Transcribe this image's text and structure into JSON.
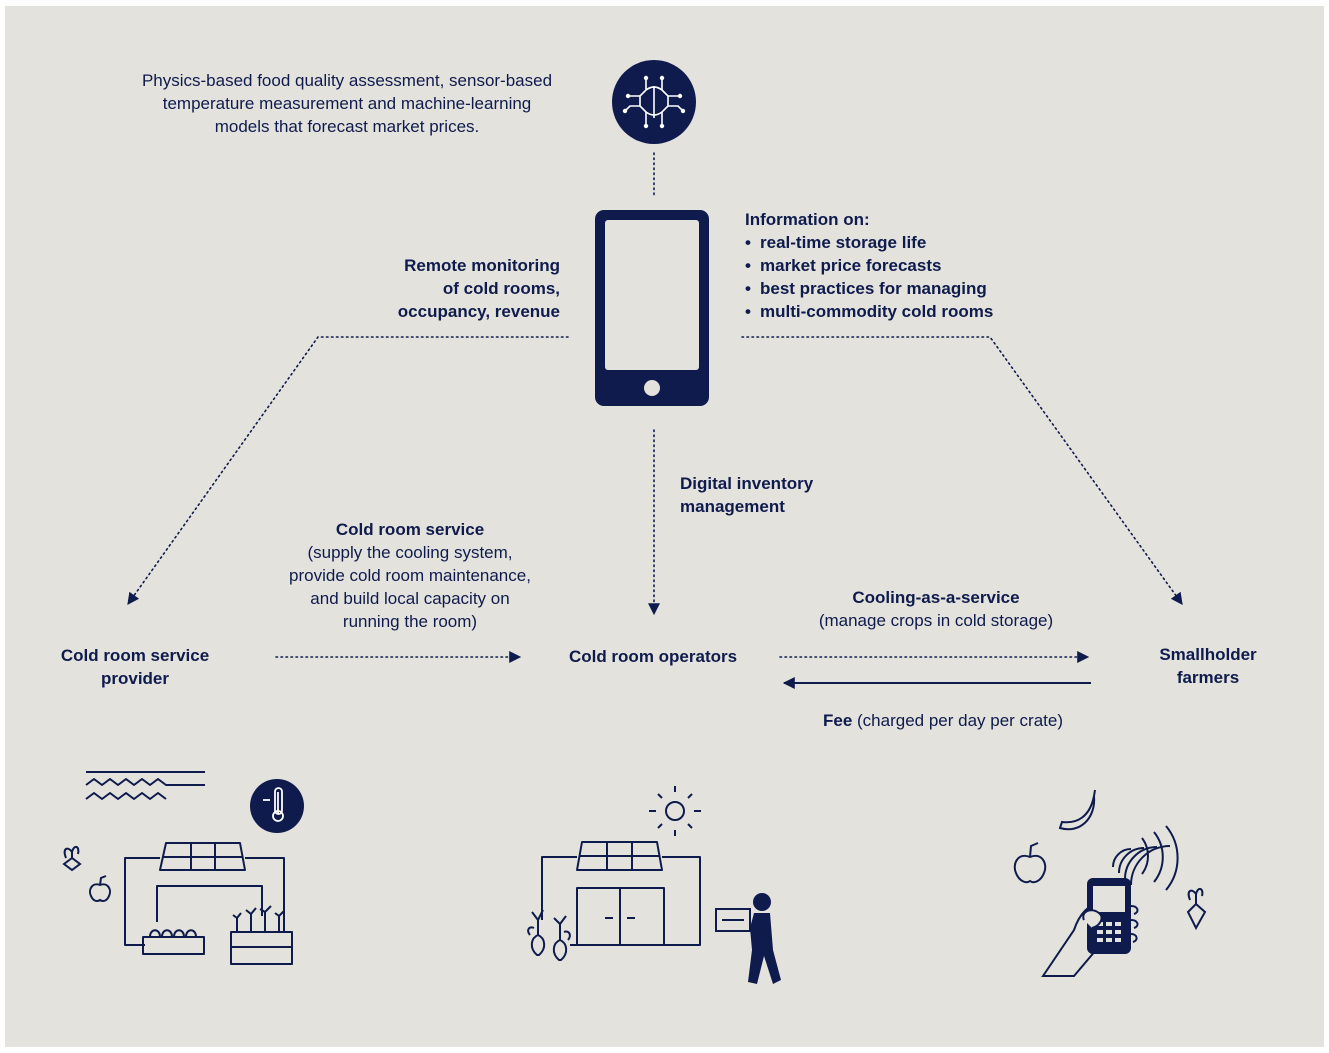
{
  "colors": {
    "background": "#e4e2dd",
    "navy": "#0f1b4d"
  },
  "top_note": [
    "Physics-based food quality assessment, sensor-based",
    "temperature measurement and machine-learning",
    "models that forecast market prices."
  ],
  "remote_monitoring": [
    "Remote monitoring",
    "of cold rooms,",
    "occupancy, revenue"
  ],
  "information": {
    "heading": "Information on:",
    "items": [
      "real-time storage life",
      "market price forecasts",
      "best practices for managing",
      "multi-commodity cold rooms"
    ]
  },
  "digital_inventory": [
    "Digital inventory",
    "management"
  ],
  "cold_room_service": {
    "title": "Cold room service",
    "details": [
      "(supply the cooling system,",
      "provide cold room maintenance,",
      "and build local capacity on",
      "running the room)"
    ]
  },
  "actors": {
    "provider": [
      "Cold room service",
      "provider"
    ],
    "operators": "Cold room operators",
    "farmers": [
      "Smallholder",
      "farmers"
    ]
  },
  "cooling_service": {
    "title": "Cooling-as-a-service",
    "detail": "(manage crops in cold storage)"
  },
  "fee": {
    "label": "Fee",
    "detail": " (charged per day per crate)"
  },
  "icons": [
    "ai-circuit-icon",
    "smartphone-icon",
    "thermometer-icon",
    "solar-cold-room-icon",
    "sun-icon",
    "person-carrying-crate-icon",
    "hand-holding-phone-icon",
    "apple-icon",
    "banana-icon",
    "beet-icon"
  ]
}
